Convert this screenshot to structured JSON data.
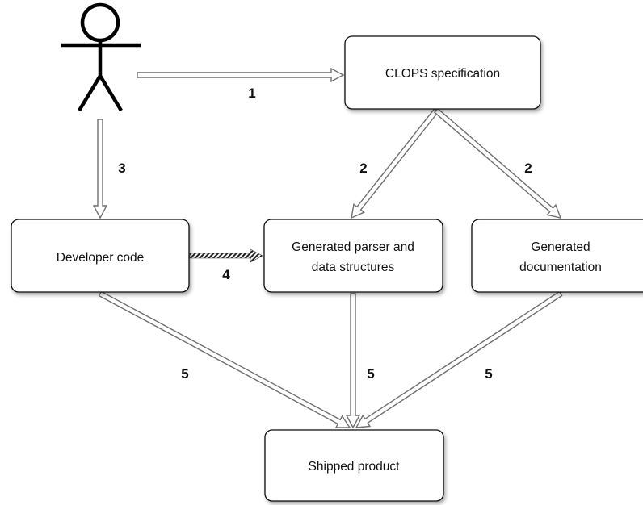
{
  "diagram": {
    "actor": {
      "icon": "stick-figure-icon"
    },
    "nodes": {
      "clops_spec": {
        "label": "CLOPS specification"
      },
      "developer_code": {
        "label": "Developer code"
      },
      "parser": {
        "line1": "Generated parser and",
        "line2": "data structures"
      },
      "docs": {
        "line1": "Generated",
        "line2": "documentation"
      },
      "shipped": {
        "label": "Shipped product"
      }
    },
    "steps": {
      "s1": "1",
      "s2a": "2",
      "s2b": "2",
      "s3": "3",
      "s4": "4",
      "s5a": "5",
      "s5b": "5",
      "s5c": "5"
    }
  }
}
